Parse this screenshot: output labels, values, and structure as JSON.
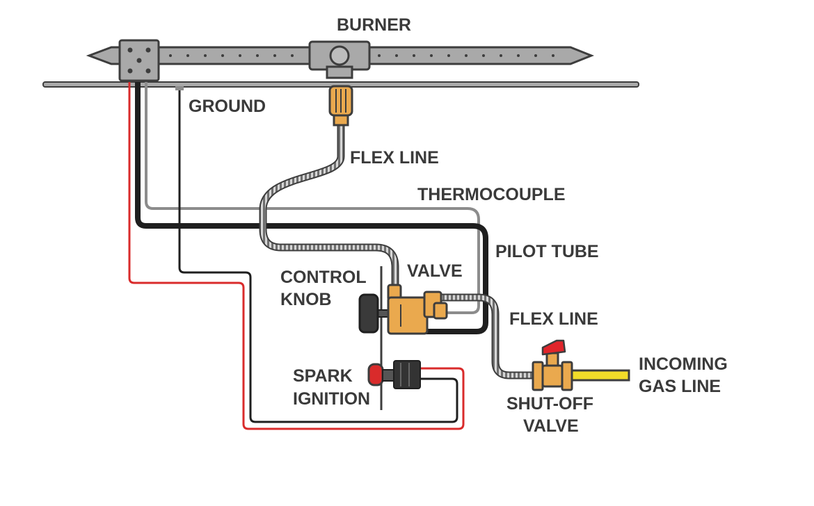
{
  "labels": {
    "burner": "BURNER",
    "ground": "GROUND",
    "flex_line_top": "FLEX LINE",
    "thermocouple": "THERMOCOUPLE",
    "pilot_tube": "PILOT TUBE",
    "valve": "VALVE",
    "control_knob_1": "CONTROL",
    "control_knob_2": "KNOB",
    "flex_line_bottom": "FLEX LINE",
    "spark_ignition_1": "SPARK",
    "spark_ignition_2": "IGNITION",
    "incoming_gas_1": "INCOMING",
    "incoming_gas_2": "GAS LINE",
    "shutoff_valve_1": "SHUT-OFF",
    "shutoff_valve_2": "VALVE"
  },
  "colors": {
    "burner_metal": "#a9a9a9",
    "outline": "#3d3d3d",
    "brass": "#eaa94e",
    "red_wire": "#d92b2b",
    "black_wire": "#1f1f1f",
    "gray_wire": "#8c8c8c",
    "gas_line": "#f2dc29",
    "handle_red": "#e0252b"
  }
}
